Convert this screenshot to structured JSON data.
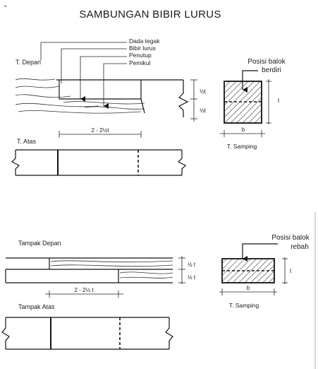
{
  "title": "SAMBUNGAN BIBIR LURUS",
  "top": {
    "view_front": "T. Depan",
    "view_top": "T. Atas",
    "view_side": "T. Samping",
    "callouts": [
      "Dada tegak",
      "Bibir lurus",
      "Penutup",
      "Pemikul"
    ],
    "dim_half_1": "½t",
    "dim_half_2": "½t",
    "dim_t": "t",
    "dim_length": "2 - 2½t",
    "dim_b": "b",
    "position_line1": "Posisi balok",
    "position_line2": "berdiri"
  },
  "bottom": {
    "view_front": "Tampak Depan",
    "view_top": "Tampak Atas",
    "view_side": "T. Samping",
    "dim_half_1": "½ t",
    "dim_half_2": "½ t",
    "dim_t": "t",
    "dim_length": "2 - 2½ t",
    "dim_b": "b",
    "position_line1": "Posisi balok",
    "position_line2": "rebah"
  }
}
